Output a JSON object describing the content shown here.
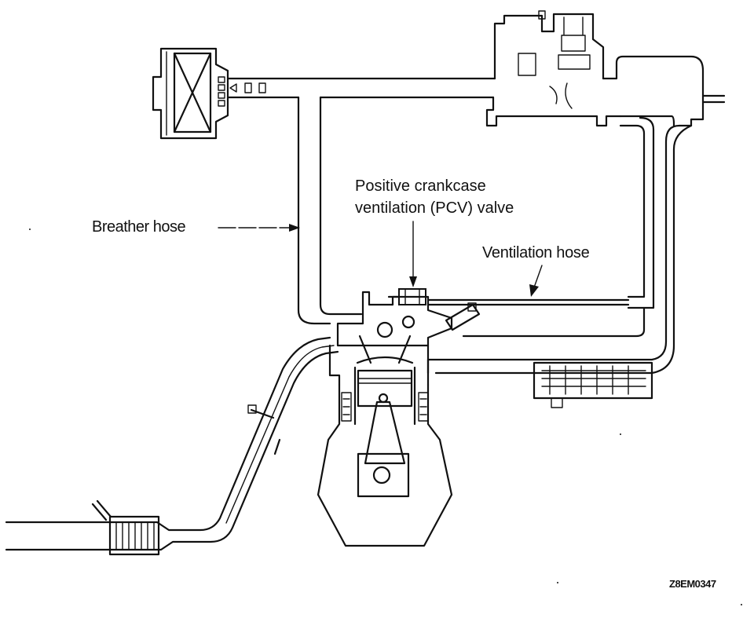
{
  "labels": {
    "breather_hose": "Breather hose",
    "pcv_valve_line1": "Positive crankcase",
    "pcv_valve_line2": "ventilation (PCV) valve",
    "ventilation_hose": "Ventilation hose",
    "figure_code": "Z8EM0347"
  }
}
